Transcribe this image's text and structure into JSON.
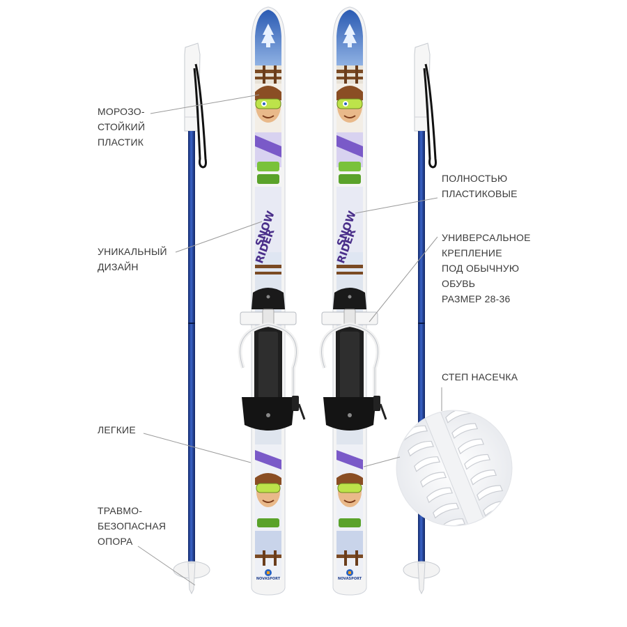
{
  "callouts": {
    "frost_plastic": [
      "МОРОЗО-",
      "СТОЙКИЙ",
      "ПЛАСТИК"
    ],
    "unique_design": [
      "УНИКАЛЬНЫЙ",
      "ДИЗАЙН"
    ],
    "light": [
      "ЛЕГКИЕ"
    ],
    "safe_tip": [
      "ТРАВМО-",
      "БЕЗОПАСНАЯ",
      "ОПОРА"
    ],
    "all_plastic": [
      "ПОЛНОСТЬЮ",
      "ПЛАСТИКОВЫЕ"
    ],
    "universal_binding": [
      "УНИВЕРСАЛЬНОЕ",
      "КРЕПЛЕНИЕ",
      "ПОД ОБЫЧНУЮ",
      "ОБУВЬ"
    ],
    "size": "РАЗМЕР 28-36",
    "step_notch": "СТЕП НАСЕЧКА"
  },
  "ski_print": {
    "graphic_text": [
      "SNOW",
      "RIDER"
    ],
    "brand": "NOVASPORT"
  },
  "colors": {
    "pole_blue": "#1f3f8f",
    "ski_blue": "#2f63b8",
    "leader_line": "#9a9a9a",
    "label_text": "#3a3a3a"
  }
}
